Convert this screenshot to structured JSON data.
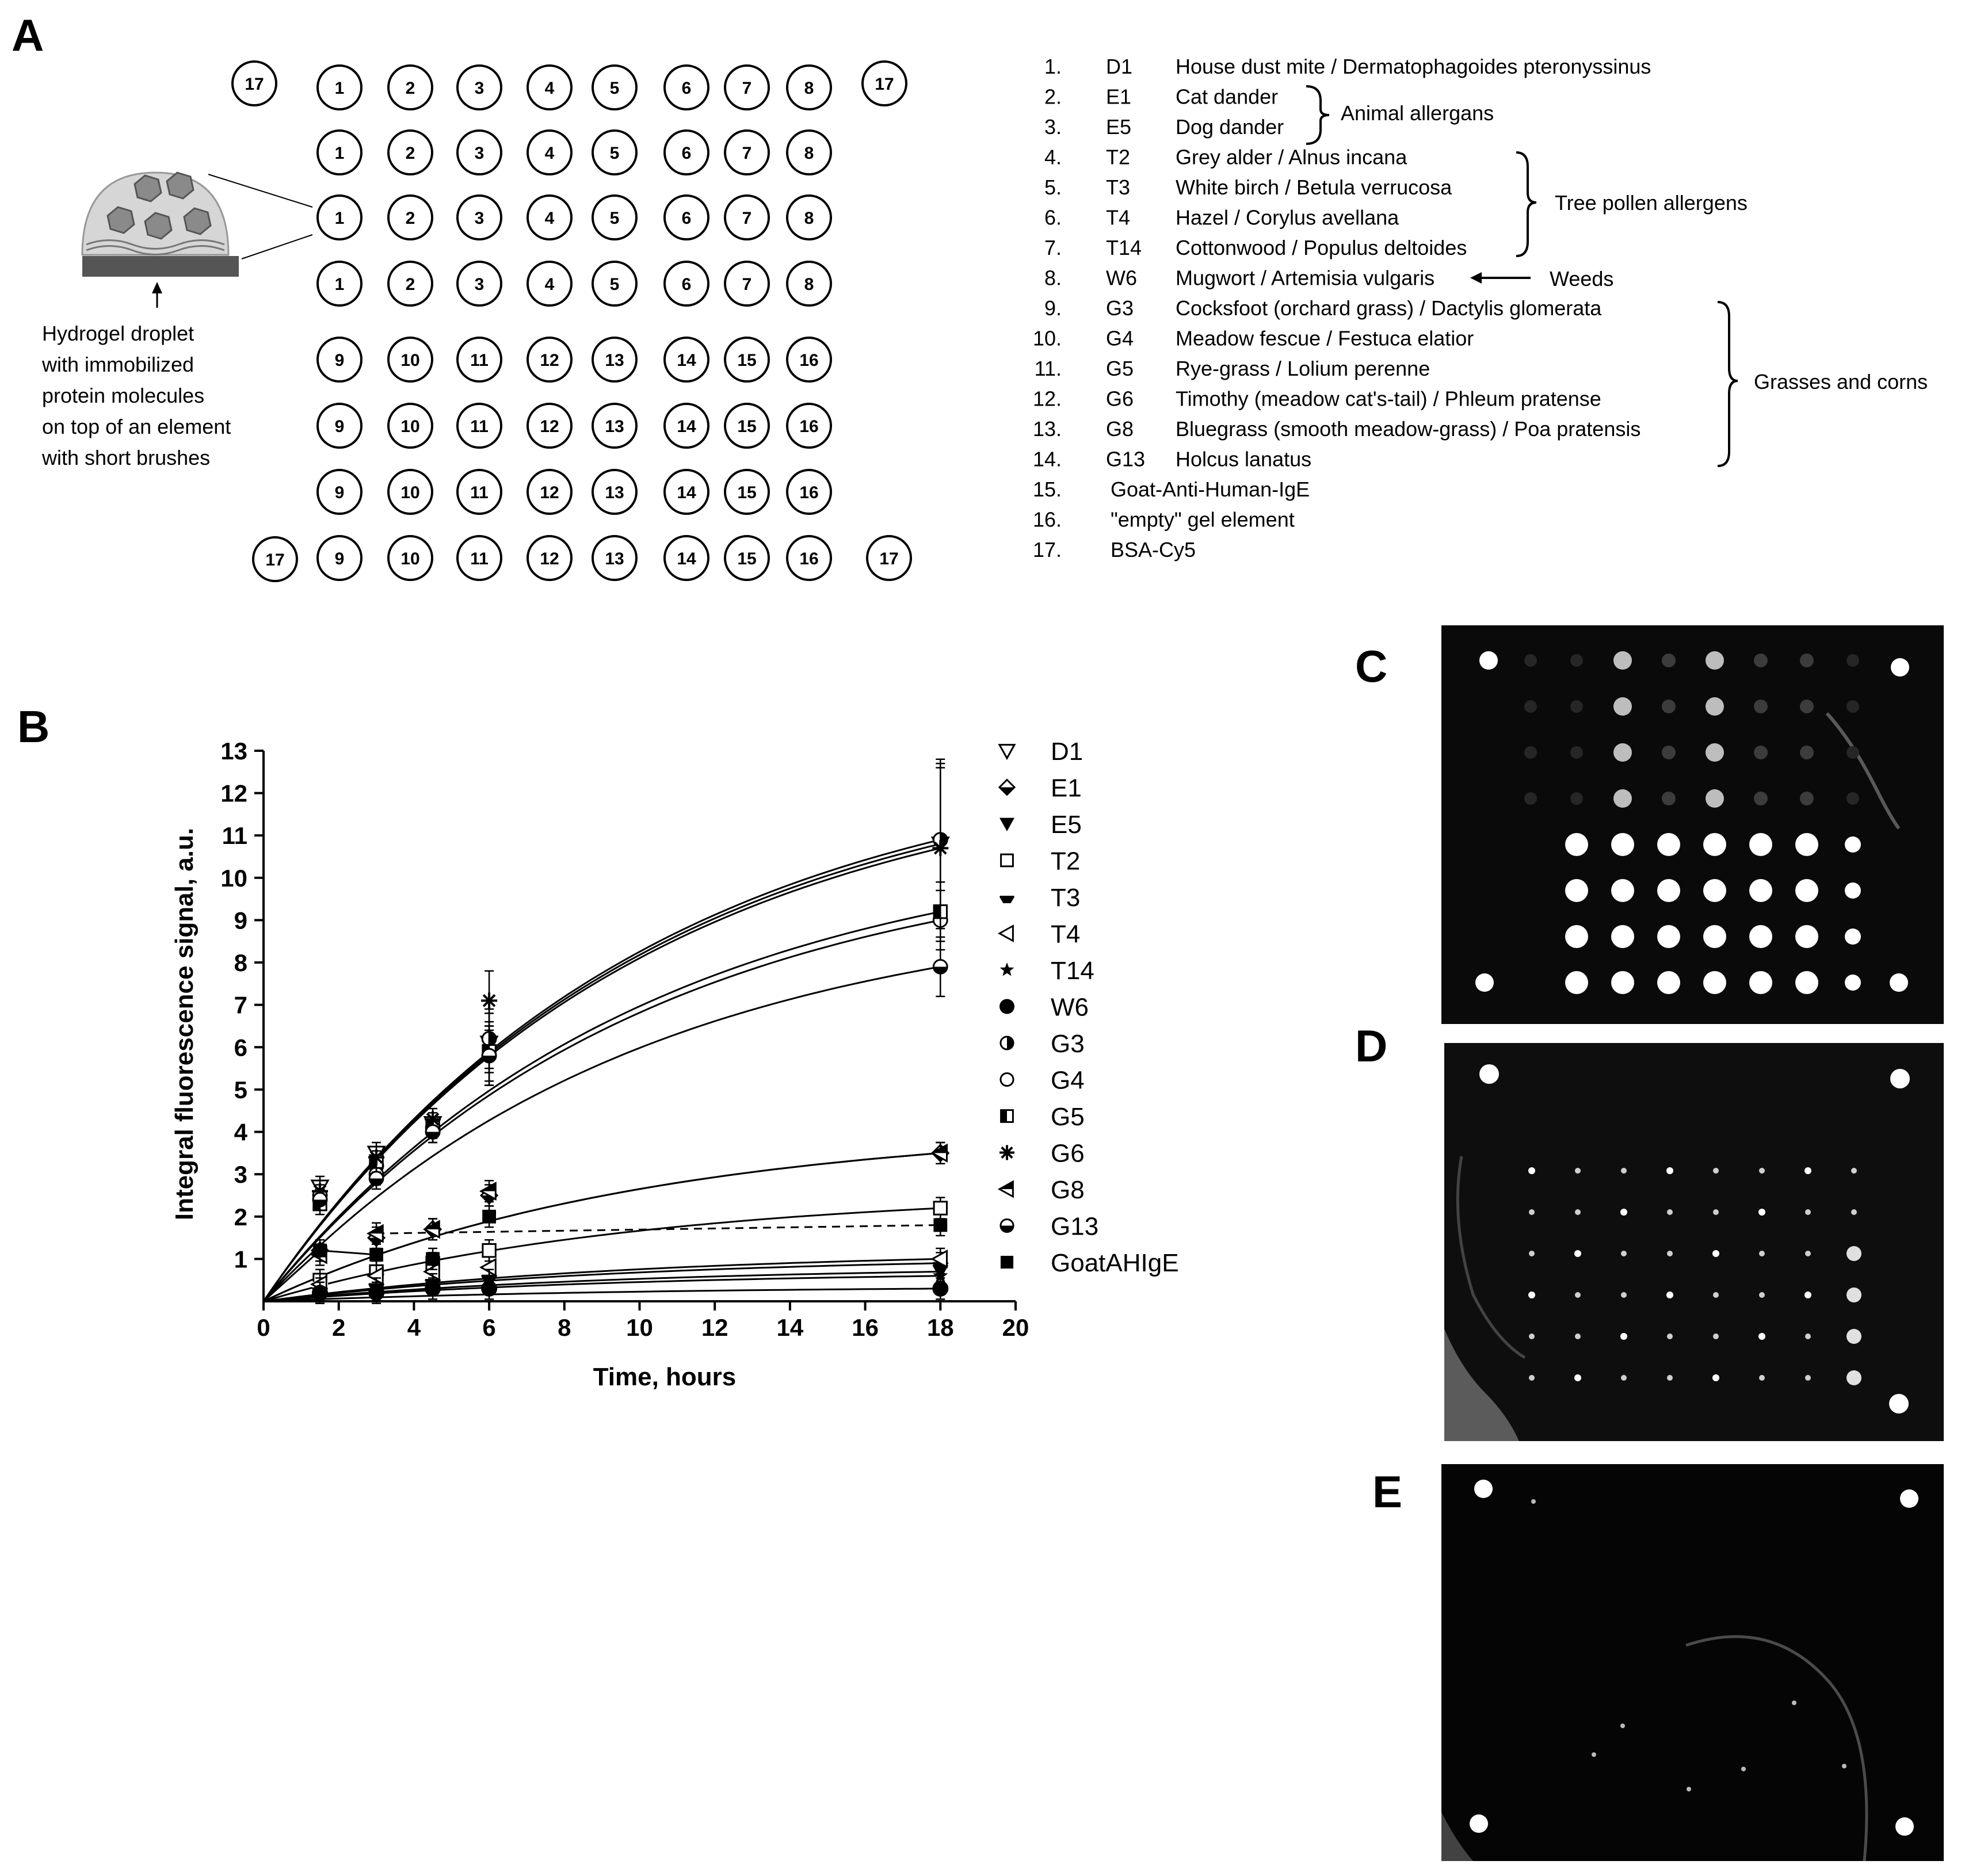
{
  "panels": {
    "A": "A",
    "B": "B",
    "C": "C",
    "D": "D",
    "E": "E"
  },
  "array_grid": {
    "corner_label": "17",
    "rows": [
      [
        "1",
        "2",
        "3",
        "4",
        "5",
        "6",
        "7",
        "8"
      ],
      [
        "1",
        "2",
        "3",
        "4",
        "5",
        "6",
        "7",
        "8"
      ],
      [
        "1",
        "2",
        "3",
        "4",
        "5",
        "6",
        "7",
        "8"
      ],
      [
        "1",
        "2",
        "3",
        "4",
        "5",
        "6",
        "7",
        "8"
      ],
      [
        "9",
        "10",
        "11",
        "12",
        "13",
        "14",
        "15",
        "16"
      ],
      [
        "9",
        "10",
        "11",
        "12",
        "13",
        "14",
        "15",
        "16"
      ],
      [
        "9",
        "10",
        "11",
        "12",
        "13",
        "14",
        "15",
        "16"
      ],
      [
        "9",
        "10",
        "11",
        "12",
        "13",
        "14",
        "15",
        "16"
      ]
    ]
  },
  "schematic_caption": [
    "Hydrogel droplet",
    "with immobilized",
    "protein molecules",
    "on top of an element",
    "with short brushes"
  ],
  "legend_items": [
    {
      "num": "1.",
      "code": "D1",
      "name": "House dust mite / Dermatophagoides pteronyssinus"
    },
    {
      "num": "2.",
      "code": "E1",
      "name": "Cat dander"
    },
    {
      "num": "3.",
      "code": "E5",
      "name": "Dog dander"
    },
    {
      "num": "4.",
      "code": "T2",
      "name": "Grey alder / Alnus incana"
    },
    {
      "num": "5.",
      "code": "T3",
      "name": "White birch / Betula verrucosa"
    },
    {
      "num": "6.",
      "code": "T4",
      "name": "Hazel / Corylus avellana"
    },
    {
      "num": "7.",
      "code": "T14",
      "name": "Cottonwood / Populus deltoides"
    },
    {
      "num": "8.",
      "code": "W6",
      "name": "Mugwort / Artemisia vulgaris"
    },
    {
      "num": "9.",
      "code": "G3",
      "name": "Cocksfoot (orchard grass) / Dactylis glomerata"
    },
    {
      "num": "10.",
      "code": "G4",
      "name": "Meadow fescue / Festuca elatior"
    },
    {
      "num": "11.",
      "code": "G5",
      "name": "Rye-grass / Lolium perenne"
    },
    {
      "num": "12.",
      "code": "G6",
      "name": "Timothy (meadow cat's-tail) / Phleum pratense"
    },
    {
      "num": "13.",
      "code": "G8",
      "name": "Bluegrass (smooth meadow-grass) / Poa pratensis"
    },
    {
      "num": "14.",
      "code": "G13",
      "name": "Holcus lanatus"
    },
    {
      "num": "15.",
      "code": "",
      "name": "Goat-Anti-Human-IgE"
    },
    {
      "num": "16.",
      "code": "",
      "name": "\"empty\" gel element"
    },
    {
      "num": "17.",
      "code": "",
      "name": "BSA-Cy5"
    }
  ],
  "groups": {
    "animal": "Animal allergans",
    "tree": "Tree pollen allergens",
    "weeds": "Weeds",
    "grasses": "Grasses and corns"
  },
  "chart_data": {
    "type": "line",
    "xlabel": "Time, hours",
    "ylabel": "Integral fluorescence signal, a.u.",
    "xlim": [
      0,
      20
    ],
    "ylim": [
      0,
      13
    ],
    "xticks": [
      0,
      2,
      4,
      6,
      8,
      10,
      12,
      14,
      16,
      18,
      20
    ],
    "yticks": [
      1,
      2,
      3,
      4,
      5,
      6,
      7,
      8,
      9,
      10,
      11,
      12,
      13
    ],
    "x": [
      1.5,
      3,
      4.5,
      6,
      18
    ],
    "series": [
      {
        "name": "D1",
        "marker": "tri-down-open",
        "values": [
          2.7,
          3.5,
          4.2,
          6.1,
          10.8
        ]
      },
      {
        "name": "E1",
        "marker": "diamond-half",
        "values": [
          1.2,
          1.5,
          1.7,
          2.5,
          3.5
        ]
      },
      {
        "name": "E5",
        "marker": "tri-down-filled",
        "values": [
          0.3,
          0.5,
          0.5,
          0.5,
          0.7
        ]
      },
      {
        "name": "T2",
        "marker": "square-open",
        "values": [
          0.5,
          0.7,
          0.9,
          1.2,
          2.2
        ]
      },
      {
        "name": "T3",
        "marker": "hexagon-half",
        "values": [
          0.3,
          0.4,
          0.5,
          0.6,
          0.9
        ]
      },
      {
        "name": "T4",
        "marker": "tri-left-open",
        "values": [
          0.4,
          0.6,
          0.7,
          0.8,
          1.0
        ]
      },
      {
        "name": "T14",
        "marker": "star",
        "values": [
          0.2,
          0.3,
          0.4,
          0.5,
          0.6
        ]
      },
      {
        "name": "W6",
        "marker": "circle-filled",
        "values": [
          0.2,
          0.2,
          0.3,
          0.3,
          0.3
        ]
      },
      {
        "name": "G3",
        "marker": "circle-half",
        "values": [
          2.4,
          3.2,
          4.1,
          6.2,
          10.9
        ]
      },
      {
        "name": "G4",
        "marker": "circle-open",
        "values": [
          2.5,
          3.0,
          4.0,
          5.8,
          9.0
        ]
      },
      {
        "name": "G5",
        "marker": "square-half",
        "values": [
          2.3,
          3.3,
          4.1,
          5.9,
          9.2
        ]
      },
      {
        "name": "G6",
        "marker": "asterisk",
        "values": [
          2.6,
          3.4,
          4.3,
          7.1,
          10.7
        ]
      },
      {
        "name": "G8",
        "marker": "tri-left-half",
        "values": [
          1.1,
          1.6,
          1.7,
          2.6,
          3.5
        ]
      },
      {
        "name": "G13",
        "marker": "circle-half-h",
        "values": [
          2.4,
          2.9,
          4.0,
          5.8,
          7.9
        ]
      },
      {
        "name": "GoatAHIgE",
        "marker": "square-filled",
        "values": [
          1.2,
          1.1,
          1.0,
          2.0,
          1.8
        ]
      }
    ]
  },
  "images": {
    "C": {
      "label": "C",
      "bright_rows": 4,
      "bright_cols": 7
    },
    "D": {
      "label": "D"
    },
    "E": {
      "label": "E"
    }
  },
  "colors": {
    "ink": "#000000",
    "image_bg": "#0a0a0a",
    "spot": "#ffffff"
  }
}
